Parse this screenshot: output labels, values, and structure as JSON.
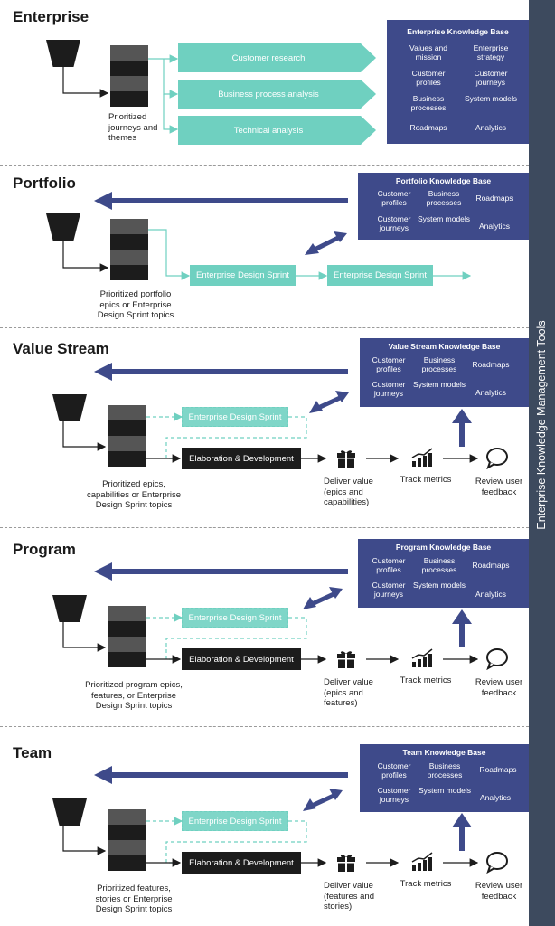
{
  "sidebar": {
    "label": "Enterprise Knowledge Management Tools"
  },
  "enterprise": {
    "title": "Enterprise",
    "caption": "Prioritized journeys and themes",
    "tracks": [
      "Customer research",
      "Business process analysis",
      "Technical analysis"
    ],
    "kb": {
      "title": "Enterprise Knowledge Base",
      "items": [
        "Values and mission",
        "Enterprise strategy",
        "Customer profiles",
        "Customer journeys",
        "Business processes",
        "System models",
        "Roadmaps",
        "Analytics"
      ]
    }
  },
  "portfolio": {
    "title": "Portfolio",
    "caption": "Prioritized portfolio epics or Enterprise Design Sprint topics",
    "sprint1": "Enterprise Design Sprint",
    "sprint2": "Enterprise Design Sprint",
    "kb": {
      "title": "Portfolio Knowledge Base",
      "items": [
        "Customer profiles",
        "Business processes",
        "Roadmaps",
        "Customer journeys",
        "System models",
        "Analytics"
      ]
    }
  },
  "value_stream": {
    "title": "Value Stream",
    "caption": "Prioritized epics, capabilities or Enterprise Design Sprint topics",
    "sprint": "Enterprise Design Sprint",
    "elab": "Elaboration & Development",
    "deliver": "Deliver value (epics and capabilities)",
    "track": "Track metrics",
    "review": "Review user feedback",
    "kb": {
      "title": "Value Stream Knowledge Base",
      "items": [
        "Customer profiles",
        "Business processes",
        "Roadmaps",
        "Customer journeys",
        "System models",
        "Analytics"
      ]
    }
  },
  "program": {
    "title": "Program",
    "caption": "Prioritized program epics, features, or Enterprise Design Sprint topics",
    "sprint": "Enterprise Design Sprint",
    "elab": "Elaboration & Development",
    "deliver": "Deliver value (epics and features)",
    "track": "Track metrics",
    "review": "Review user feedback",
    "kb": {
      "title": "Program Knowledge Base",
      "items": [
        "Customer profiles",
        "Business processes",
        "Roadmaps",
        "Customer journeys",
        "System models",
        "Analytics"
      ]
    }
  },
  "team": {
    "title": "Team",
    "caption": "Prioritized features, stories or Enterprise Design Sprint topics",
    "sprint": "Enterprise Design Sprint",
    "elab": "Elaboration & Development",
    "deliver": "Deliver value (features and stories)",
    "track": "Track metrics",
    "review": "Review user feedback",
    "kb": {
      "title": "Team Knowledge Base",
      "items": [
        "Customer profiles",
        "Business processes",
        "Roadmaps",
        "Customer journeys",
        "System models",
        "Analytics"
      ]
    }
  },
  "colors": {
    "teal": "#6fd0c0",
    "navy": "#3e4a8a",
    "sidebar": "#3d4a5e",
    "dark": "#1c1c1c"
  }
}
